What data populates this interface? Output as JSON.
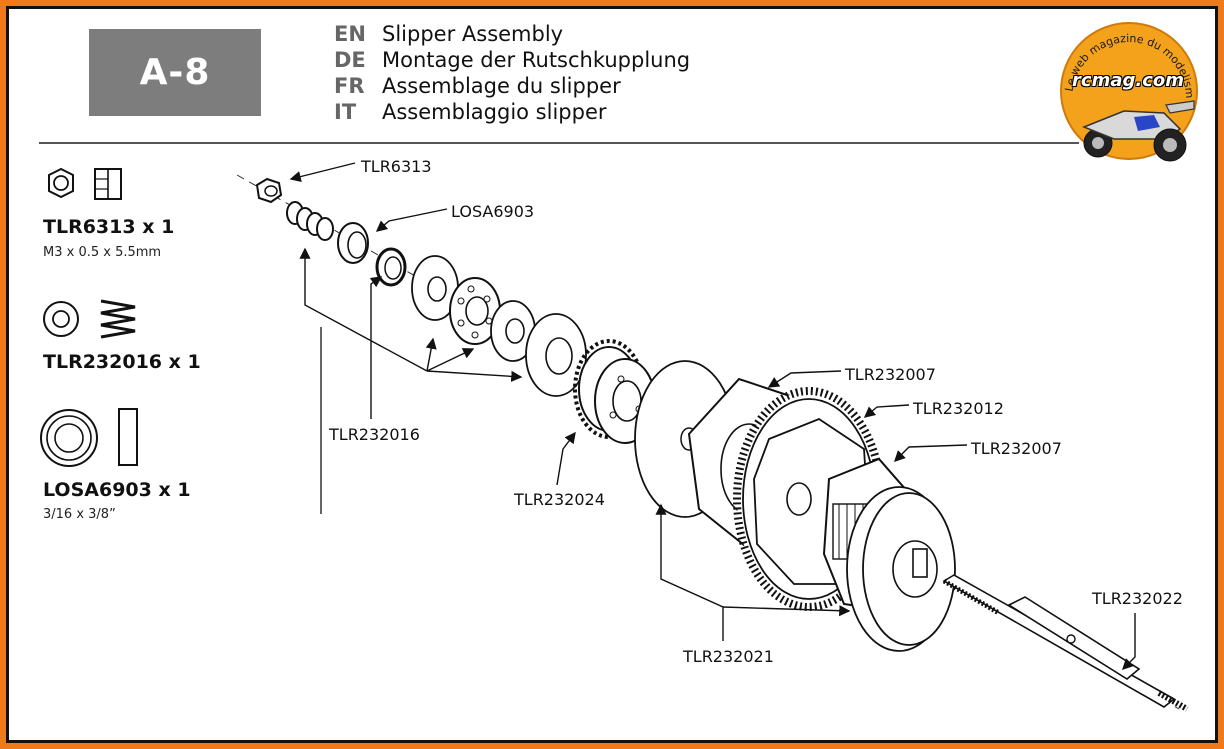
{
  "step": "A-8",
  "titles": [
    {
      "lang": "EN",
      "text": "Slipper Assembly"
    },
    {
      "lang": "DE",
      "text": "Montage der Rutschkupplung"
    },
    {
      "lang": "FR",
      "text": "Assemblage du slipper"
    },
    {
      "lang": "IT",
      "text": "Assemblaggio slipper"
    }
  ],
  "logo": {
    "main": "rcmag.com",
    "ring": "Le web magazine du modelisme"
  },
  "hardware": [
    {
      "part": "TLR6313 x 1",
      "size": "M3 x 0.5 x 5.5mm",
      "icons": [
        "nut-icon",
        "nut-side-icon"
      ]
    },
    {
      "part": "TLR232016 x 1",
      "size": "",
      "icons": [
        "washer-icon",
        "spring-icon"
      ]
    },
    {
      "part": "LOSA6903 x 1",
      "size": "3/16 x 3/8”",
      "icons": [
        "bearing-icon",
        "bearing-side-icon"
      ]
    }
  ],
  "callouts": {
    "tlr6313": "TLR6313",
    "losa6903": "LOSA6903",
    "tlr232016": "TLR232016",
    "tlr232024": "TLR232024",
    "tlr232007_top": "TLR232007",
    "tlr232012": "TLR232012",
    "tlr232007_bottom": "TLR232007",
    "tlr232021": "TLR232021",
    "tlr232022": "TLR232022"
  },
  "colors": {
    "frame": "#ef7a1a",
    "step_box": "#7d7d7d",
    "logo": "#f4a11c"
  }
}
